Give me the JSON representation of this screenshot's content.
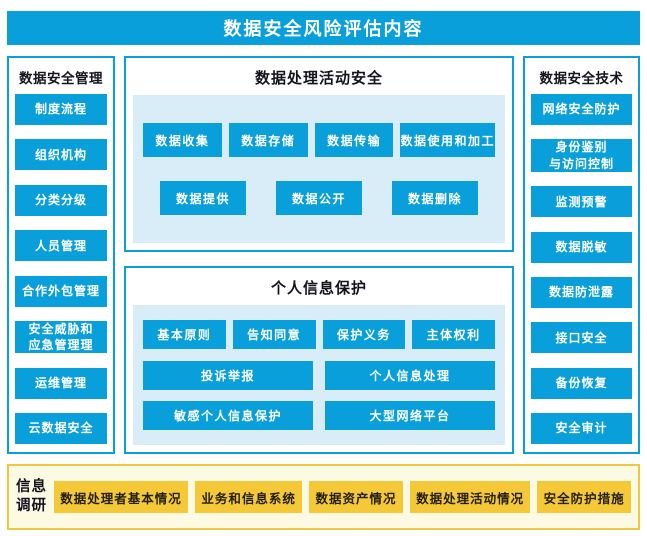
{
  "title": "数据安全风险评估内容",
  "colors": {
    "primary_blue": "#089FDA",
    "light_blue_panel": "#D8EDF8",
    "dark_text": "#14141E",
    "survey_bg_yellow": "#FDFAE4",
    "survey_border_gold": "#F0C83E",
    "badge_gold": "#F5C838",
    "white": "#FFFFFF"
  },
  "left_panel": {
    "title": "数据安全管理",
    "items": [
      "制度流程",
      "组织机构",
      "分类分级",
      "人员管理",
      "合作外包管理",
      "安全威胁和\n应急管理理",
      "运维管理",
      "云数据安全"
    ]
  },
  "center_top": {
    "title": "数据处理活动安全",
    "rows": [
      [
        "数据收集",
        "数据存储",
        "数据传输",
        "数据使用和加工"
      ],
      [
        "数据提供",
        "数据公开",
        "数据删除"
      ]
    ]
  },
  "center_bottom": {
    "title": "个人信息保护",
    "rows": [
      [
        "基本原则",
        "告知同意",
        "保护义务",
        "主体权利"
      ],
      [
        "投诉举报",
        "个人信息处理"
      ],
      [
        "敏感个人信息保护",
        "大型网络平台"
      ]
    ]
  },
  "right_panel": {
    "title": "数据安全技术",
    "items": [
      "网络安全防护",
      "身份鉴别\n与访问控制",
      "监测预警",
      "数据脱敏",
      "数据防泄露",
      "接口安全",
      "备份恢复",
      "安全审计"
    ]
  },
  "survey_panel": {
    "title": "信息\n调研",
    "items": [
      "数据处理者基本情况",
      "业务和信息系统",
      "数据资产情况",
      "数据处理活动情况",
      "安全防护措施"
    ]
  }
}
